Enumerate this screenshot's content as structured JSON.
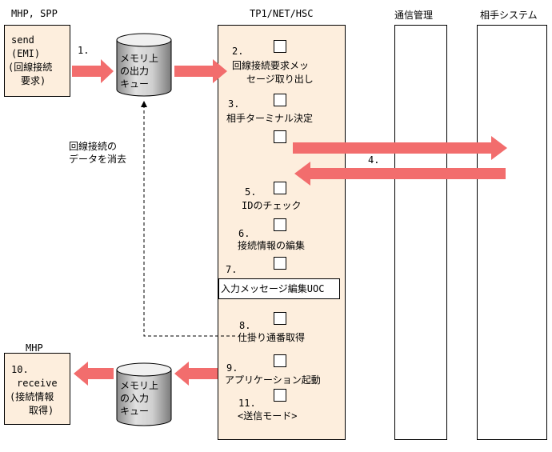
{
  "lanes": {
    "mhp_spp_title": "MHP, SPP",
    "tp1_title": "TP1/NET/HSC",
    "comm_title": "通信管理",
    "partner_title": "相手システム",
    "mhp_title": "MHP"
  },
  "send_box": {
    "line1": "send",
    "line2": "(EMI)",
    "line3": "(回線接続",
    "line4": "要求)"
  },
  "receive_box": {
    "line1": "10.",
    "line2": "receive",
    "line3": "(接続情報",
    "line4": "取得)"
  },
  "queues": {
    "output_line1": "メモリ上",
    "output_line2": "の出力",
    "output_line3": "キュー",
    "input_line1": "メモリ上",
    "input_line2": "の入力",
    "input_line3": "キュー"
  },
  "labels": {
    "step1": "1.",
    "step4": "4.",
    "erase_line1": "回線接続の",
    "erase_line2": "データを消去"
  },
  "steps": {
    "s2_num": "2.",
    "s2_line1": "回線接続要求メッ",
    "s2_line2": "セージ取り出し",
    "s3_num": "3.",
    "s3_text": "相手ターミナル決定",
    "s5_num": "5.",
    "s5_text": "IDのチェック",
    "s6_num": "6.",
    "s6_text": "接続情報の編集",
    "s7_num": "7.",
    "s7_uoc": "入力メッセージ編集UOC",
    "s8_num": "8.",
    "s8_text": "仕掛り通番取得",
    "s9_num": "9.",
    "s9_text": "アプリケーション起動",
    "s11_num": "11.",
    "s11_text": "<送信モード>"
  }
}
